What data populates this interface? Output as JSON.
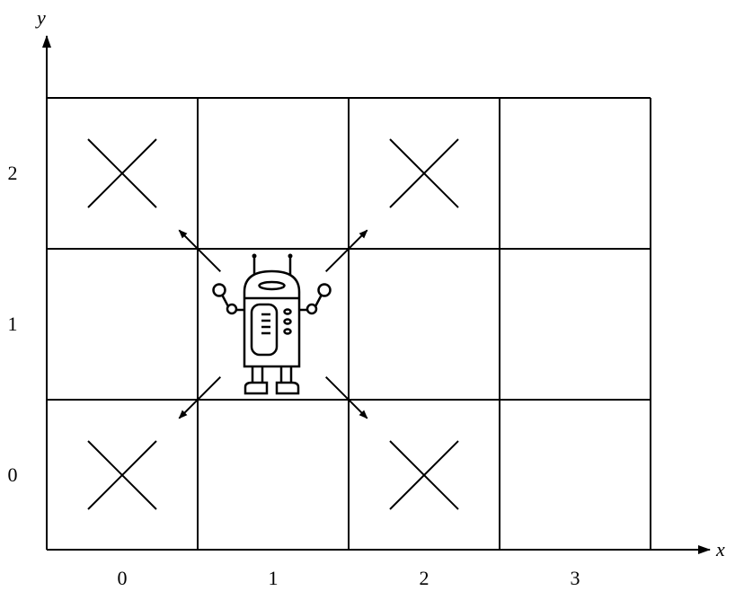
{
  "axes": {
    "x_label": "x",
    "y_label": "y"
  },
  "grid": {
    "columns": 4,
    "rows": 3
  },
  "x_ticks": [
    "0",
    "1",
    "2",
    "3"
  ],
  "y_ticks": [
    "0",
    "1",
    "2"
  ],
  "robot": {
    "cell": [
      1,
      1
    ]
  },
  "blocked_cells": [
    [
      0,
      2
    ],
    [
      2,
      2
    ],
    [
      0,
      0
    ],
    [
      2,
      0
    ]
  ],
  "moves": [
    {
      "direction": "up-left",
      "target": [
        0,
        2
      ]
    },
    {
      "direction": "up-right",
      "target": [
        2,
        2
      ]
    },
    {
      "direction": "down-left",
      "target": [
        0,
        0
      ]
    },
    {
      "direction": "down-right",
      "target": [
        2,
        0
      ]
    }
  ]
}
